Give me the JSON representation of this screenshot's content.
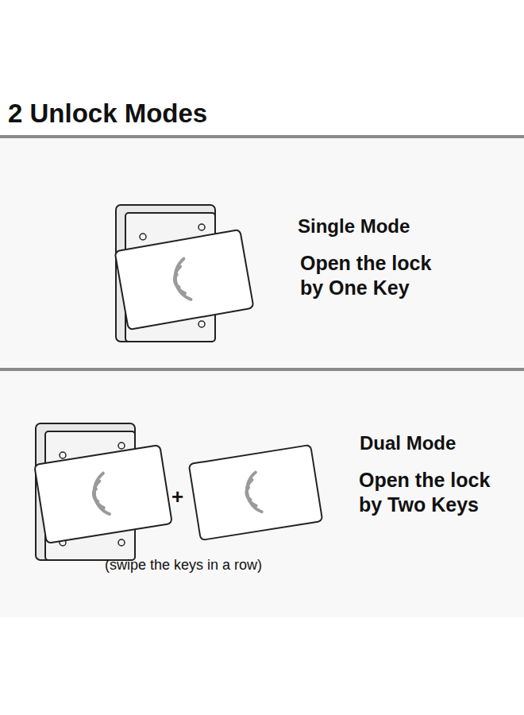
{
  "diagram": {
    "title": "2 Unlock Modes",
    "labels": [
      "Single Mode",
      "Open the lock by One Key",
      "+",
      "(swipe the keys in a row)",
      "Dual Mode",
      "Open the lock by Two Keys"
    ]
  }
}
